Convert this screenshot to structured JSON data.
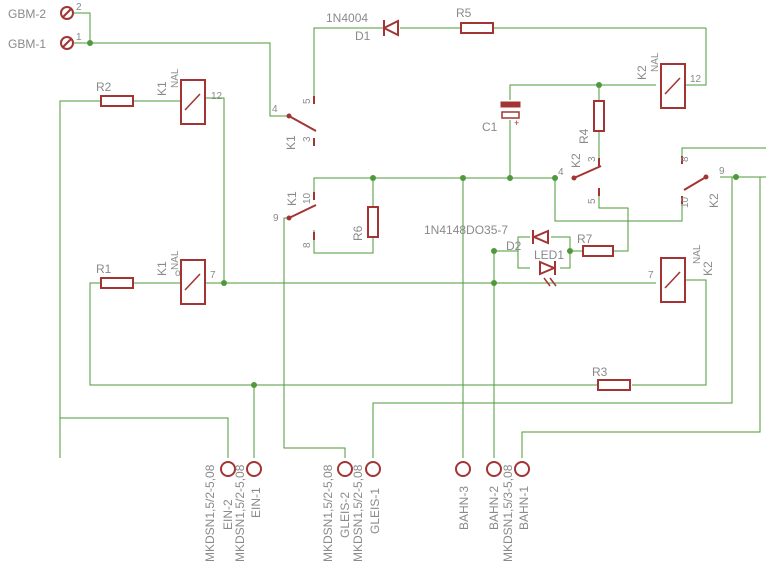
{
  "colors": {
    "wire": "#4e9a3a",
    "part": "#a23434",
    "label": "#8a8a8a",
    "background": "#ffffff"
  },
  "connectors": {
    "gbm2": "GBM-2",
    "gbm1": "GBM-1",
    "pin2": "2",
    "pin1": "1"
  },
  "components": {
    "r1": "R1",
    "r2": "R2",
    "r3": "R3",
    "r4": "R4",
    "r5": "R5",
    "r6": "R6",
    "r7": "R7",
    "c1": "C1",
    "c1_plus": "+",
    "d1": "D1",
    "d1_value": "1N4004",
    "d2": "D2",
    "d2_value": "1N4148DO35-7",
    "led1": "LED1",
    "k1": "K1",
    "k2": "K2",
    "nal": "NAL",
    "coil_o": "o"
  },
  "pins": {
    "p2": "2",
    "p3": "3",
    "p4": "4",
    "p5": "5",
    "p7": "7",
    "p8": "8",
    "p9": "9",
    "p10": "10",
    "p12": "12"
  },
  "terminals": {
    "ein2": "EIN-2",
    "ein1": "EIN-1",
    "gleis2": "GLEIS-2",
    "gleis1": "GLEIS-1",
    "bahn3": "BAHN-3",
    "bahn2": "BAHN-2",
    "bahn1": "BAHN-1",
    "mkds_ein": "MKDSN1,5/2-5,08",
    "mkds_gleis": "MKDSN1,5/2-5,08",
    "mkds_bahn": "MKDSN1,5/3-5,08"
  }
}
